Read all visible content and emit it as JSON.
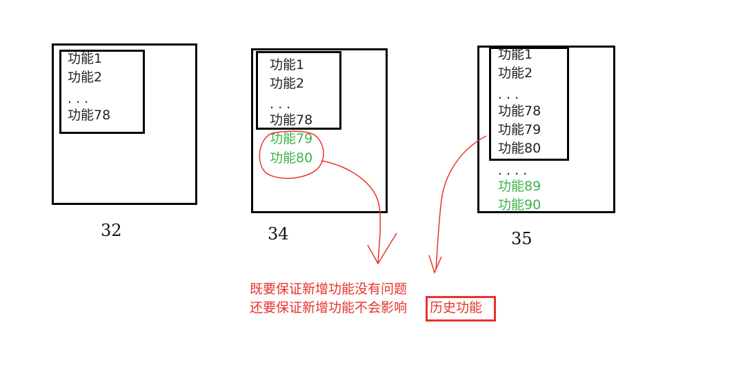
{
  "colors": {
    "black": "#000000",
    "green": "#3cb34a",
    "red": "#e8322b"
  },
  "diagrams": [
    {
      "caption": "32",
      "items": [
        "功能1",
        "功能2",
        ". . .",
        "功能78"
      ]
    },
    {
      "caption": "34",
      "items": [
        "功能1",
        "功能2",
        ". . .",
        "功能78"
      ],
      "new_items": [
        "功能79",
        "功能80"
      ]
    },
    {
      "caption": "35",
      "items": [
        "功能1",
        "功能2",
        ". . .",
        "功能78",
        "功能79",
        "功能80"
      ],
      "extra": ". . . .",
      "new_items": [
        "功能89",
        "功能90"
      ]
    }
  ],
  "note": {
    "line1": "既要保证新增功能没有问题",
    "line2_prefix": "还要保证新增功能不会影响",
    "line2_highlight": "历史功能"
  }
}
